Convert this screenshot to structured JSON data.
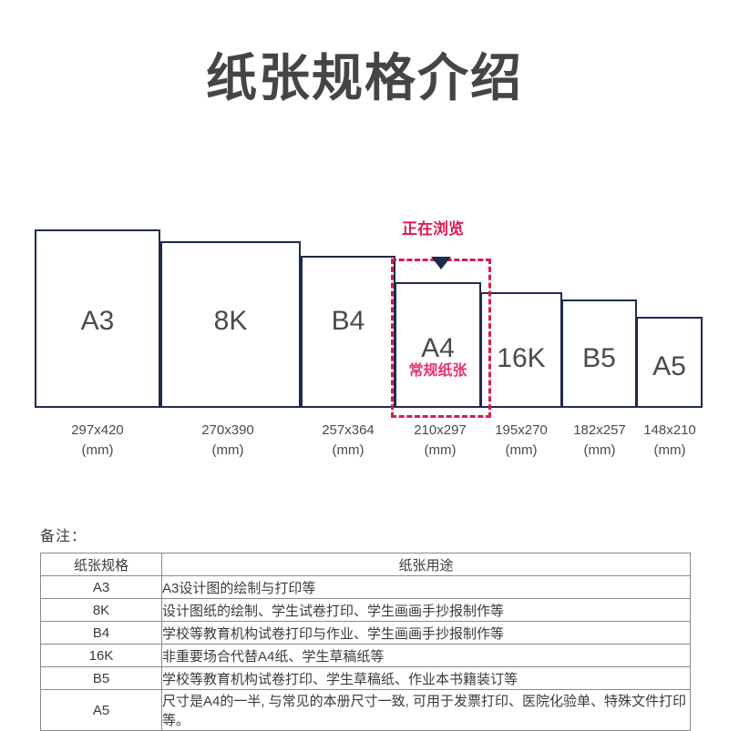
{
  "page": {
    "title": "纸张规格介绍"
  },
  "diagram": {
    "highlight": {
      "badge_label": "正在浏览",
      "badge_color": "#e01a4f",
      "box_color": "#d81b52",
      "pointer_color": "#1f2a4d"
    },
    "units_suffix": "(mm)",
    "papers": [
      {
        "name": "A3",
        "dimensions": "297x420",
        "units": "(mm)",
        "sub": ""
      },
      {
        "name": "8K",
        "dimensions": "270x390",
        "units": "(mm)",
        "sub": ""
      },
      {
        "name": "B4",
        "dimensions": "257x364",
        "units": "(mm)",
        "sub": ""
      },
      {
        "name": "A4",
        "dimensions": "210x297",
        "units": "(mm)",
        "sub": "常规纸张"
      },
      {
        "name": "16K",
        "dimensions": "195x270",
        "units": "(mm)",
        "sub": ""
      },
      {
        "name": "B5",
        "dimensions": "182x257",
        "units": "(mm)",
        "sub": ""
      },
      {
        "name": "A5",
        "dimensions": "148x210",
        "units": "(mm)",
        "sub": ""
      }
    ]
  },
  "notes": {
    "label": "备注：",
    "table": {
      "headers": [
        "纸张规格",
        "纸张用途"
      ],
      "rows": [
        {
          "spec": "A3",
          "use": "A3设计图的绘制与打印等"
        },
        {
          "spec": "8K",
          "use": "设计图纸的绘制、学生试卷打印、学生画画手抄报制作等"
        },
        {
          "spec": "B4",
          "use": "学校等教育机构试卷打印与作业、学生画画手抄报制作等"
        },
        {
          "spec": "16K",
          "use": "非重要场合代替A4纸、学生草稿纸等"
        },
        {
          "spec": "B5",
          "use": "学校等教育机构试卷打印、学生草稿纸、作业本书籍装订等"
        },
        {
          "spec": "A5",
          "use": "尺寸是A4的一半, 与常见的本册尺寸一致, 可用于发票打印、医院化验单、特殊文件打印等。"
        }
      ]
    }
  },
  "chart_data": {
    "type": "bar",
    "title": "纸张规格介绍",
    "categories": [
      "A3",
      "8K",
      "B4",
      "A4",
      "16K",
      "B5",
      "A5"
    ],
    "values": [
      420,
      390,
      364,
      297,
      270,
      257,
      210
    ],
    "widths": [
      297,
      270,
      257,
      210,
      195,
      182,
      148
    ],
    "xlabel": "",
    "ylabel": "",
    "unit": "mm",
    "highlighted_category": "A4",
    "grid": false,
    "legend": null
  }
}
